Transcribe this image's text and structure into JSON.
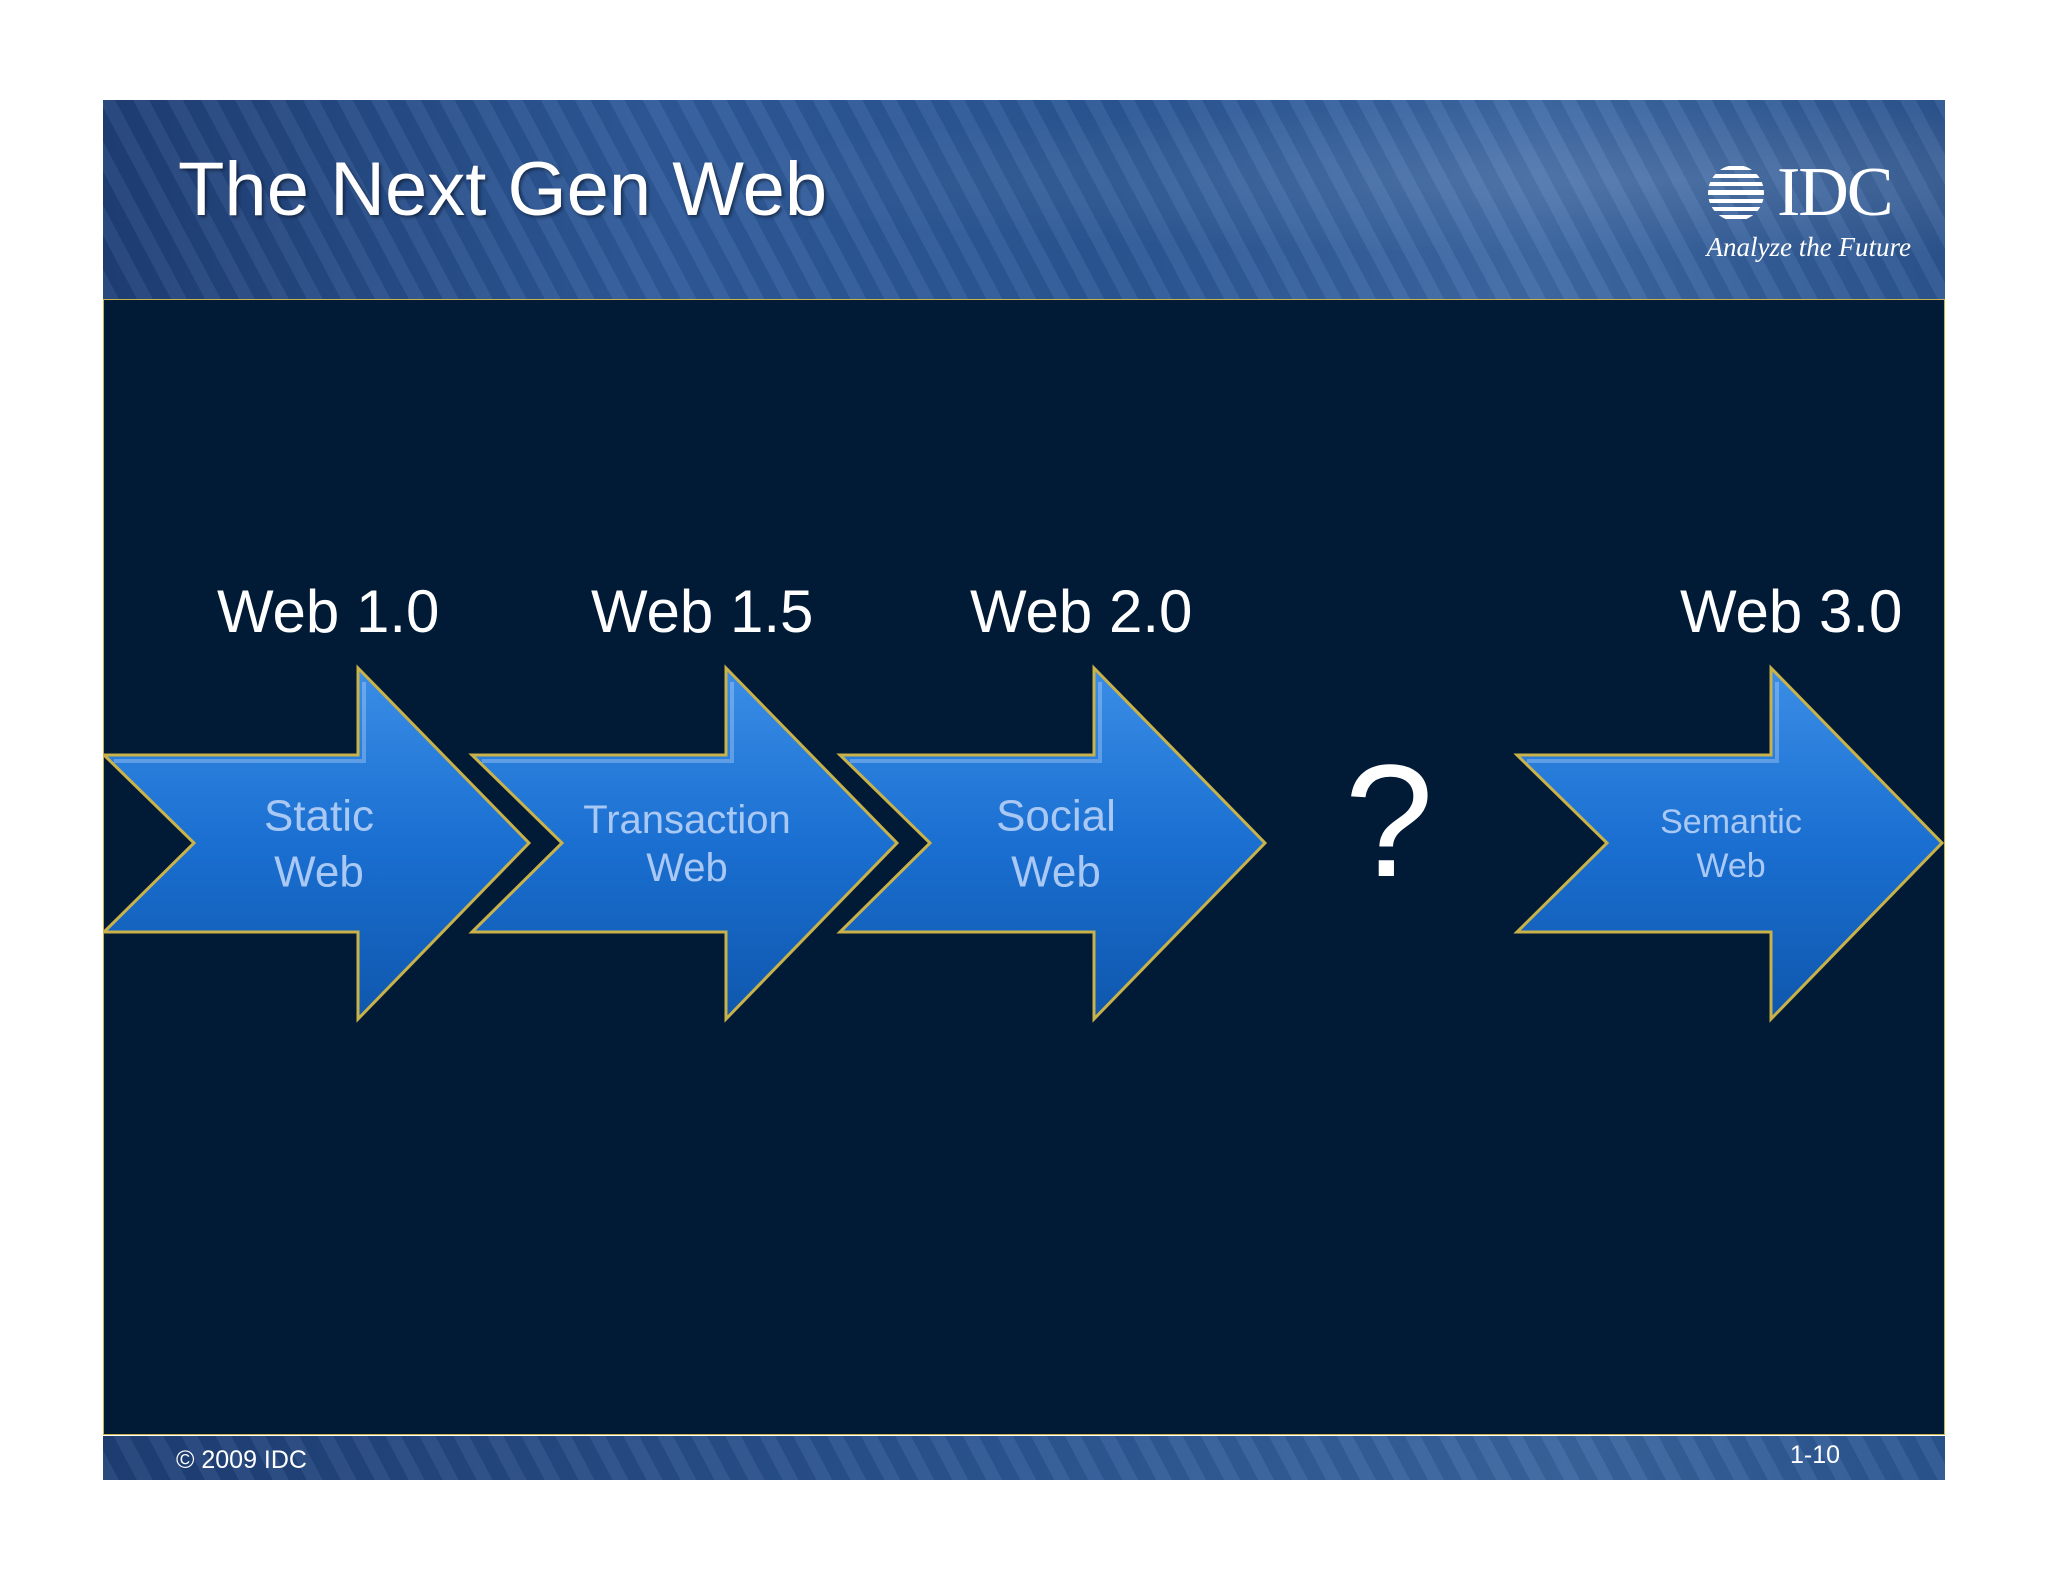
{
  "slide": {
    "title": "The Next Gen Web",
    "logo": {
      "text": "IDC",
      "tagline": "Analyze the Future"
    },
    "footer": {
      "copyright": "© 2009 IDC",
      "page_number": "1-10"
    }
  },
  "diagram": {
    "stages": [
      {
        "version": "Web 1.0",
        "lines": [
          "Static",
          "Web"
        ]
      },
      {
        "version": "Web 1.5",
        "lines": [
          "Transaction",
          "Web"
        ]
      },
      {
        "version": "Web 2.0",
        "lines": [
          "Social",
          "Web"
        ]
      },
      {
        "version": "Web 3.0",
        "lines": [
          "Semantic",
          "Web"
        ]
      }
    ],
    "gap_marker": "?"
  },
  "colors": {
    "background": "#011a36",
    "arrow_fill": "#1a6fd1",
    "arrow_border": "#c9b24a",
    "arrow_text": "#a9c8f3",
    "header": "#2e5a9a"
  }
}
